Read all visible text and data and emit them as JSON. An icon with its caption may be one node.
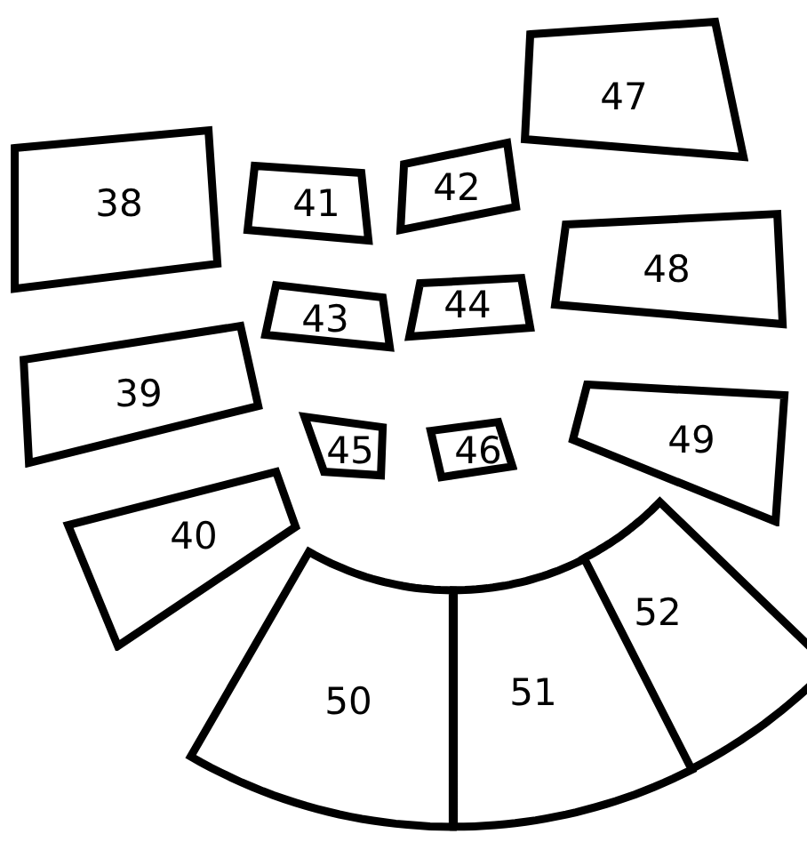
{
  "diagram": {
    "nodes": [
      {
        "text": [
          "47"
        ]
      },
      {
        "text": [
          "38"
        ]
      },
      {
        "text": [
          "41"
        ]
      },
      {
        "text": [
          "42"
        ]
      },
      {
        "text": [
          "48"
        ]
      },
      {
        "text": [
          "43"
        ]
      },
      {
        "text": [
          "44"
        ]
      },
      {
        "text": [
          "39"
        ]
      },
      {
        "text": [
          "45"
        ]
      },
      {
        "text": [
          "46"
        ]
      },
      {
        "text": [
          "49"
        ]
      },
      {
        "text": [
          "40"
        ]
      },
      {
        "text": [
          "52"
        ]
      },
      {
        "text": [
          "50"
        ]
      },
      {
        "text": [
          "51"
        ]
      }
    ]
  }
}
